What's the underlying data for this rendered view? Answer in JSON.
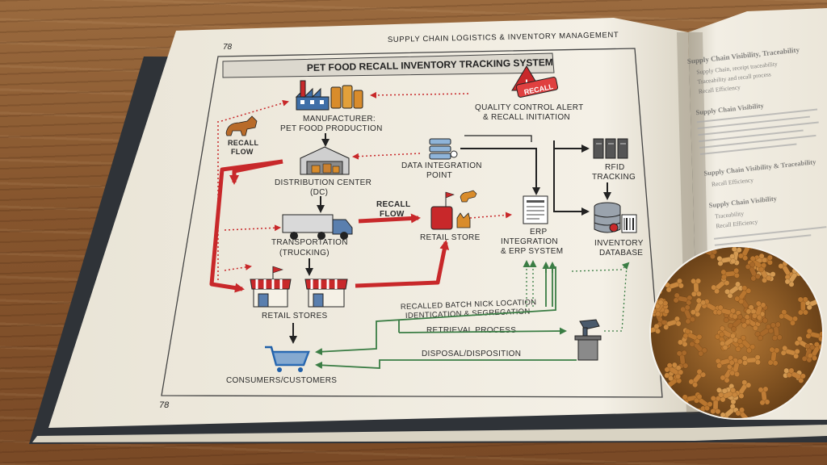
{
  "page": {
    "running_head": "SUPPLY CHAIN LOGISTICS & INVENTORY MANAGEMENT",
    "page_number_top": "78",
    "page_number_bottom": "78"
  },
  "diagram": {
    "title": "PET FOOD RECALL INVENTORY TRACKING SYSTEM",
    "recall_badge": "RECALL",
    "manufacturer": [
      "MANUFACTURER:",
      "PET FOOD PRODUCTION"
    ],
    "recall_flow_left": [
      "RECALL",
      "FLOW"
    ],
    "qc_alert": [
      "QUALITY CONTROL ALERT",
      "& RECALL INITIATION"
    ],
    "distribution_center": [
      "DISTRIBUTION CENTER",
      "(DC)"
    ],
    "data_integration": [
      "DATA INTEGRATION",
      "POINT"
    ],
    "rfid": [
      "RFID",
      "TRACKING"
    ],
    "transportation": [
      "TRANSPORTATION",
      "(TRUCKING)"
    ],
    "recall_flow_mid": [
      "RECALL",
      "FLOW"
    ],
    "retail_store": "RETAIL STORE",
    "erp": [
      "ERP",
      "INTEGRATION",
      "& ERP SYSTEM"
    ],
    "inventory_db": [
      "INVENTORY",
      "DATABASE"
    ],
    "retail_stores": "RETAIL STORES",
    "recalled_batch": [
      "RECALLED BATCH NICK LOCATION",
      "IDENTICATION & SEGREGATION"
    ],
    "retrieval": "RETRIEVAL PROCESS",
    "disposal": "DISPOSAL/DISPOSITION",
    "consumers": "CONSUMERS/CUSTOMERS"
  },
  "right_page": {
    "heading_1": "Supply Chain Visibility, Traceability",
    "bullets_1": [
      "Supply Chain, receipt traceability",
      "Traceability and recall process",
      "Recall Efficiency"
    ],
    "heading_2": "Supply Chain Visibility",
    "heading_3": "Supply Chain Visibility & Traceability",
    "bullets_3": [
      "Recall Efficiency"
    ],
    "heading_4": "Supply Chain Visibility",
    "bullets_4": [
      "Traceability",
      "Recall Efficiency"
    ]
  },
  "colors": {
    "recall_red": "#c8282a",
    "flow_green": "#3a7d44",
    "ink": "#222222",
    "paper": "#f3efe4"
  }
}
